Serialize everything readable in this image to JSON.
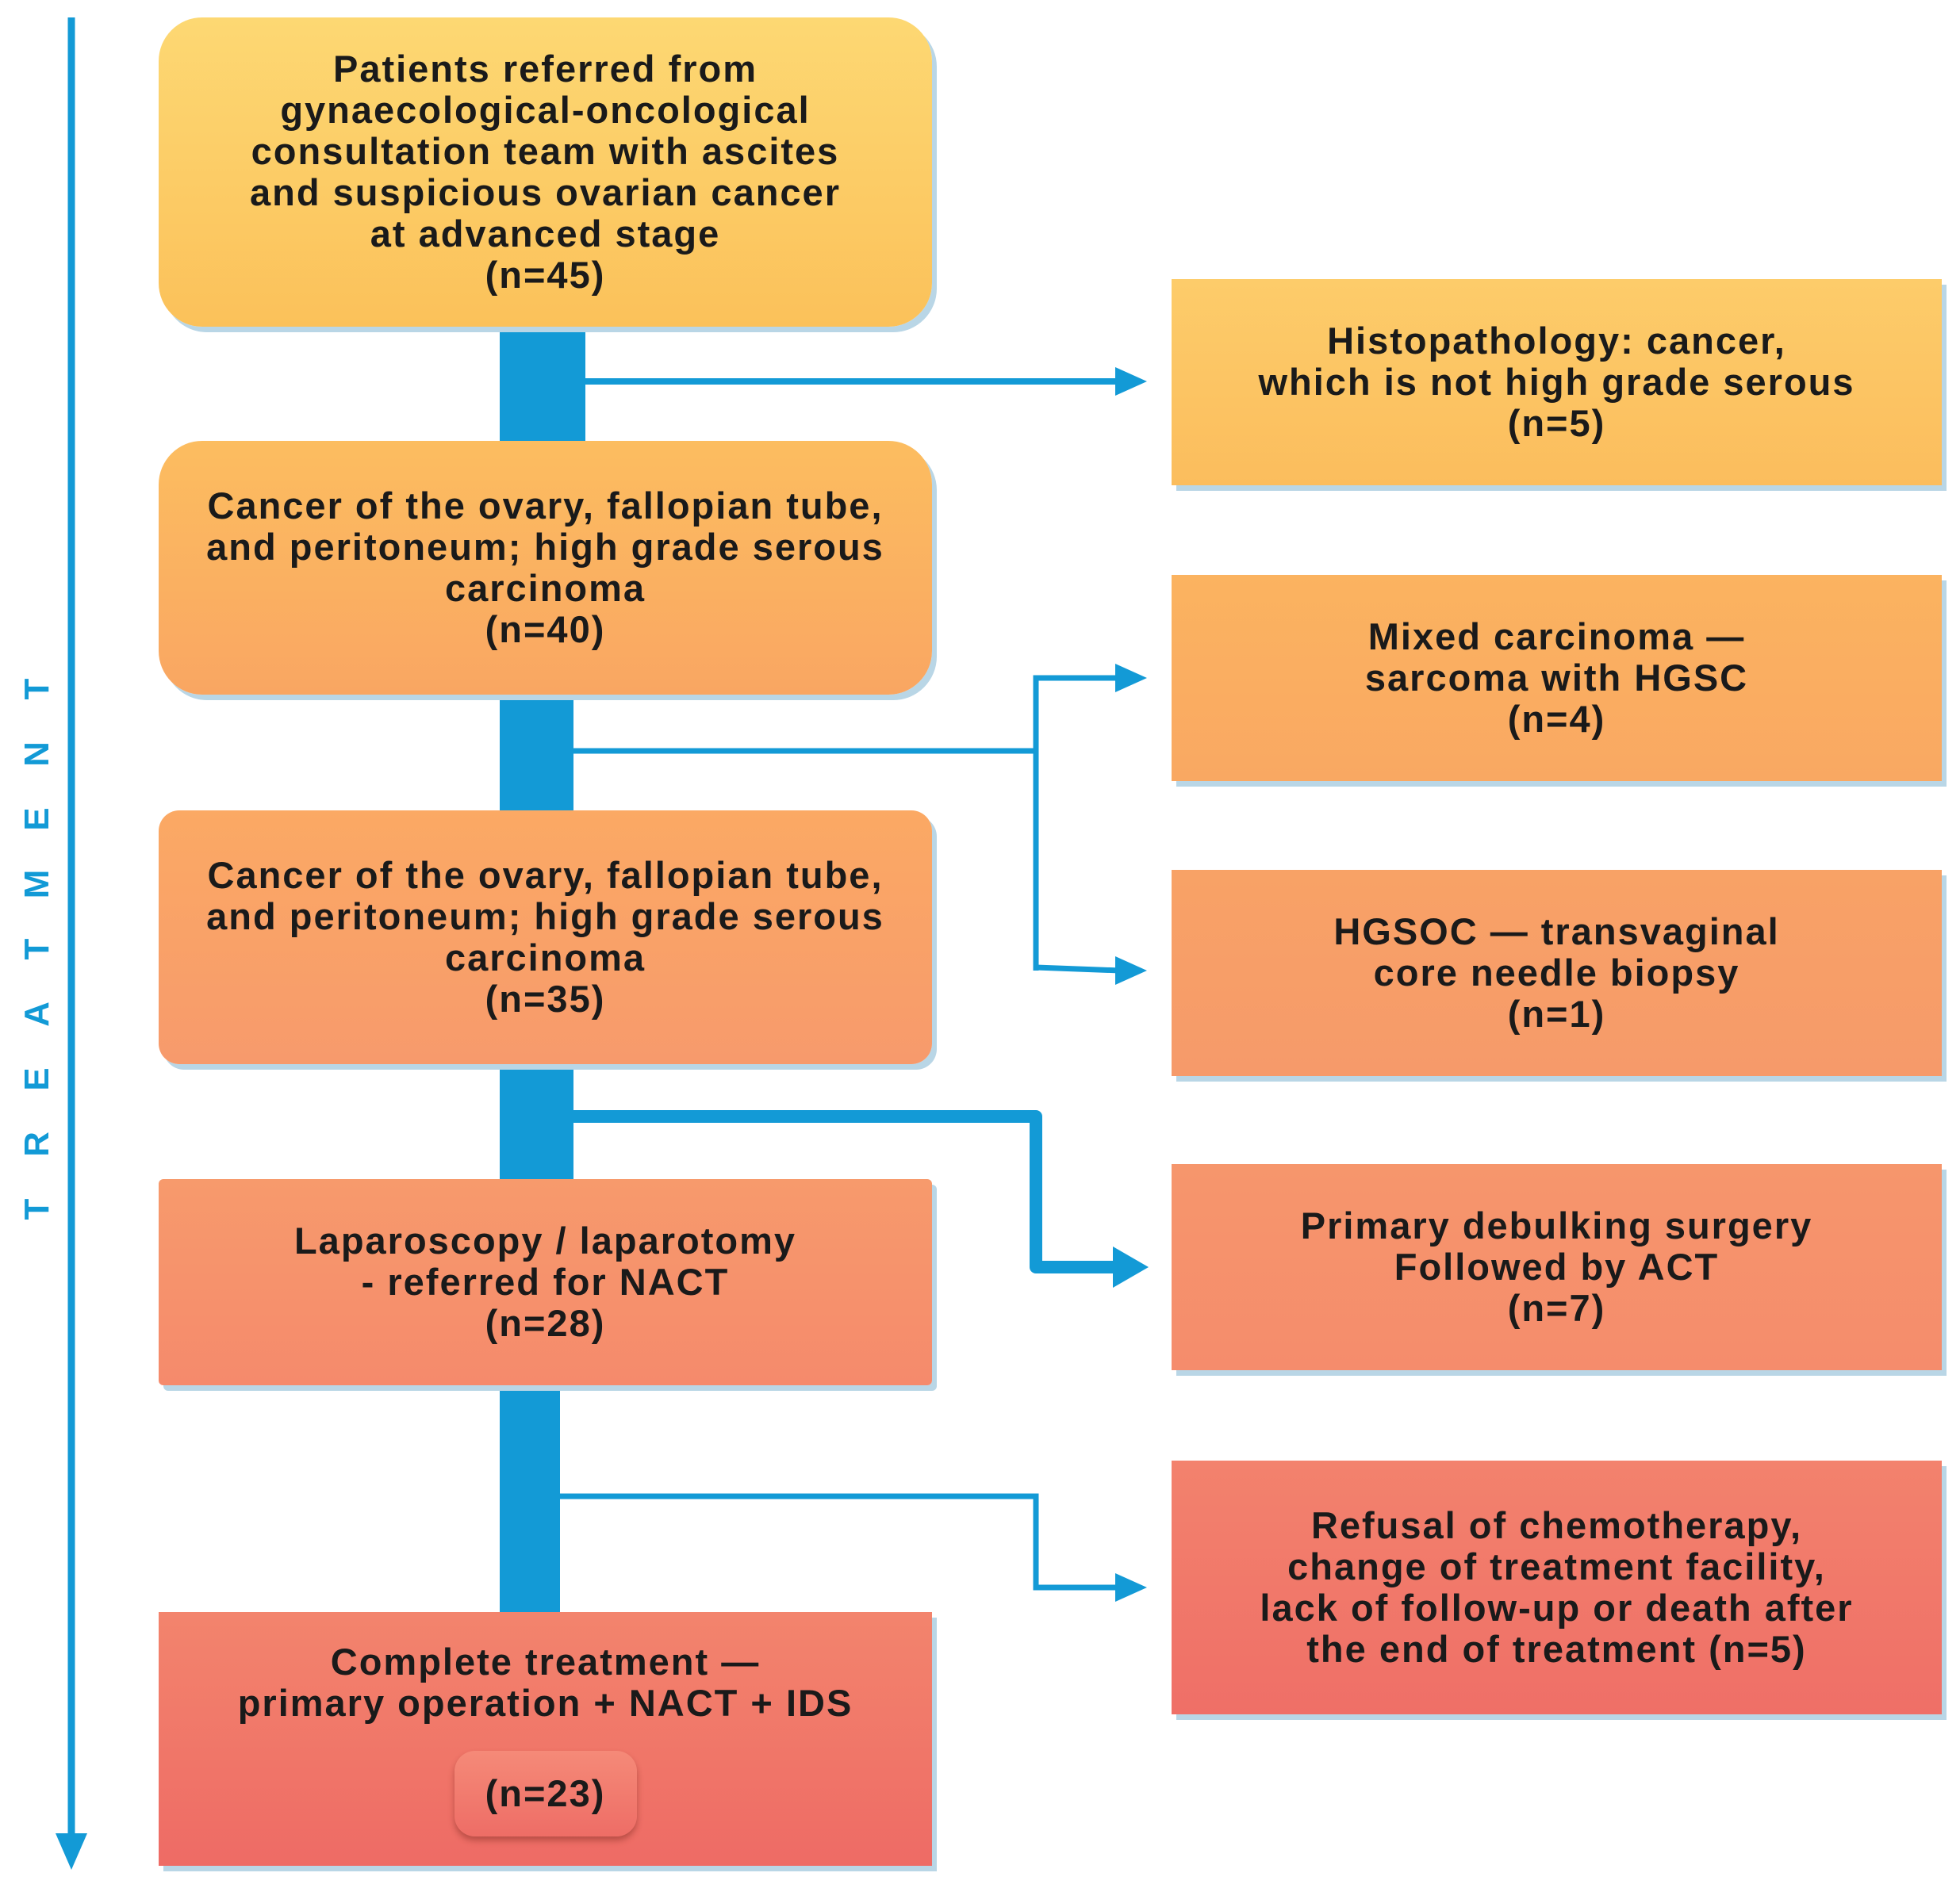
{
  "axis": {
    "letters": [
      "T",
      "R",
      "E",
      "A",
      "T",
      "M",
      "E",
      "N",
      "T"
    ]
  },
  "left_boxes": [
    {
      "id": "referred",
      "text": "Patients referred from\ngynaecological-oncological\nconsultation team with ascites\nand suspicious ovarian cancer\nat advanced stage",
      "n": "(n=45)"
    },
    {
      "id": "hgsc40",
      "text": "Cancer of the ovary, fallopian tube,\nand peritoneum; high grade serous\ncarcinoma",
      "n": "(n=40)"
    },
    {
      "id": "hgsc35",
      "text": "Cancer of the ovary, fallopian tube,\nand peritoneum; high grade serous\ncarcinoma",
      "n": "(n=35)"
    },
    {
      "id": "nact",
      "text": "Laparoscopy / laparotomy\n- referred for NACT",
      "n": "(n=28)"
    },
    {
      "id": "complete",
      "text": "Complete treatment —\nprimary operation + NACT + IDS",
      "n": "(n=23)"
    }
  ],
  "right_boxes": [
    {
      "id": "histo",
      "text": "Histopathology: cancer,\nwhich is not high grade serous\n(n=5)"
    },
    {
      "id": "mixed",
      "text": "Mixed carcinoma —\nsarcoma with HGSC\n(n=4)"
    },
    {
      "id": "biopsy",
      "text": "HGSOC — transvaginal\ncore needle biopsy\n(n=1)"
    },
    {
      "id": "pds",
      "text": "Primary debulking surgery\nFollowed by ACT\n(n=7)"
    },
    {
      "id": "refusal",
      "text": "Refusal of chemotherapy,\nchange of treatment facility,\nlack of follow-up or death after\nthe end of treatment (n=5)"
    }
  ],
  "colors": {
    "line": "#139ad6",
    "referred": [
      "#fdd873",
      "#fbc15a"
    ],
    "hgsc40": [
      "#fcbd60",
      "#f9a662"
    ],
    "hgsc35": [
      "#fba964",
      "#f79a6c"
    ],
    "nact": [
      "#f79a6c",
      "#f58a6c"
    ],
    "complete": [
      "#f3846d",
      "#ee6b65"
    ],
    "histo": [
      "#fdcc6a",
      "#fbbd5d"
    ],
    "mixed": [
      "#fbb360",
      "#f9a862"
    ],
    "biopsy": [
      "#f8a266",
      "#f69a6a"
    ],
    "pds": [
      "#f6966c",
      "#f58c6c"
    ],
    "refusal": [
      "#f3826d",
      "#ef6f67"
    ]
  }
}
